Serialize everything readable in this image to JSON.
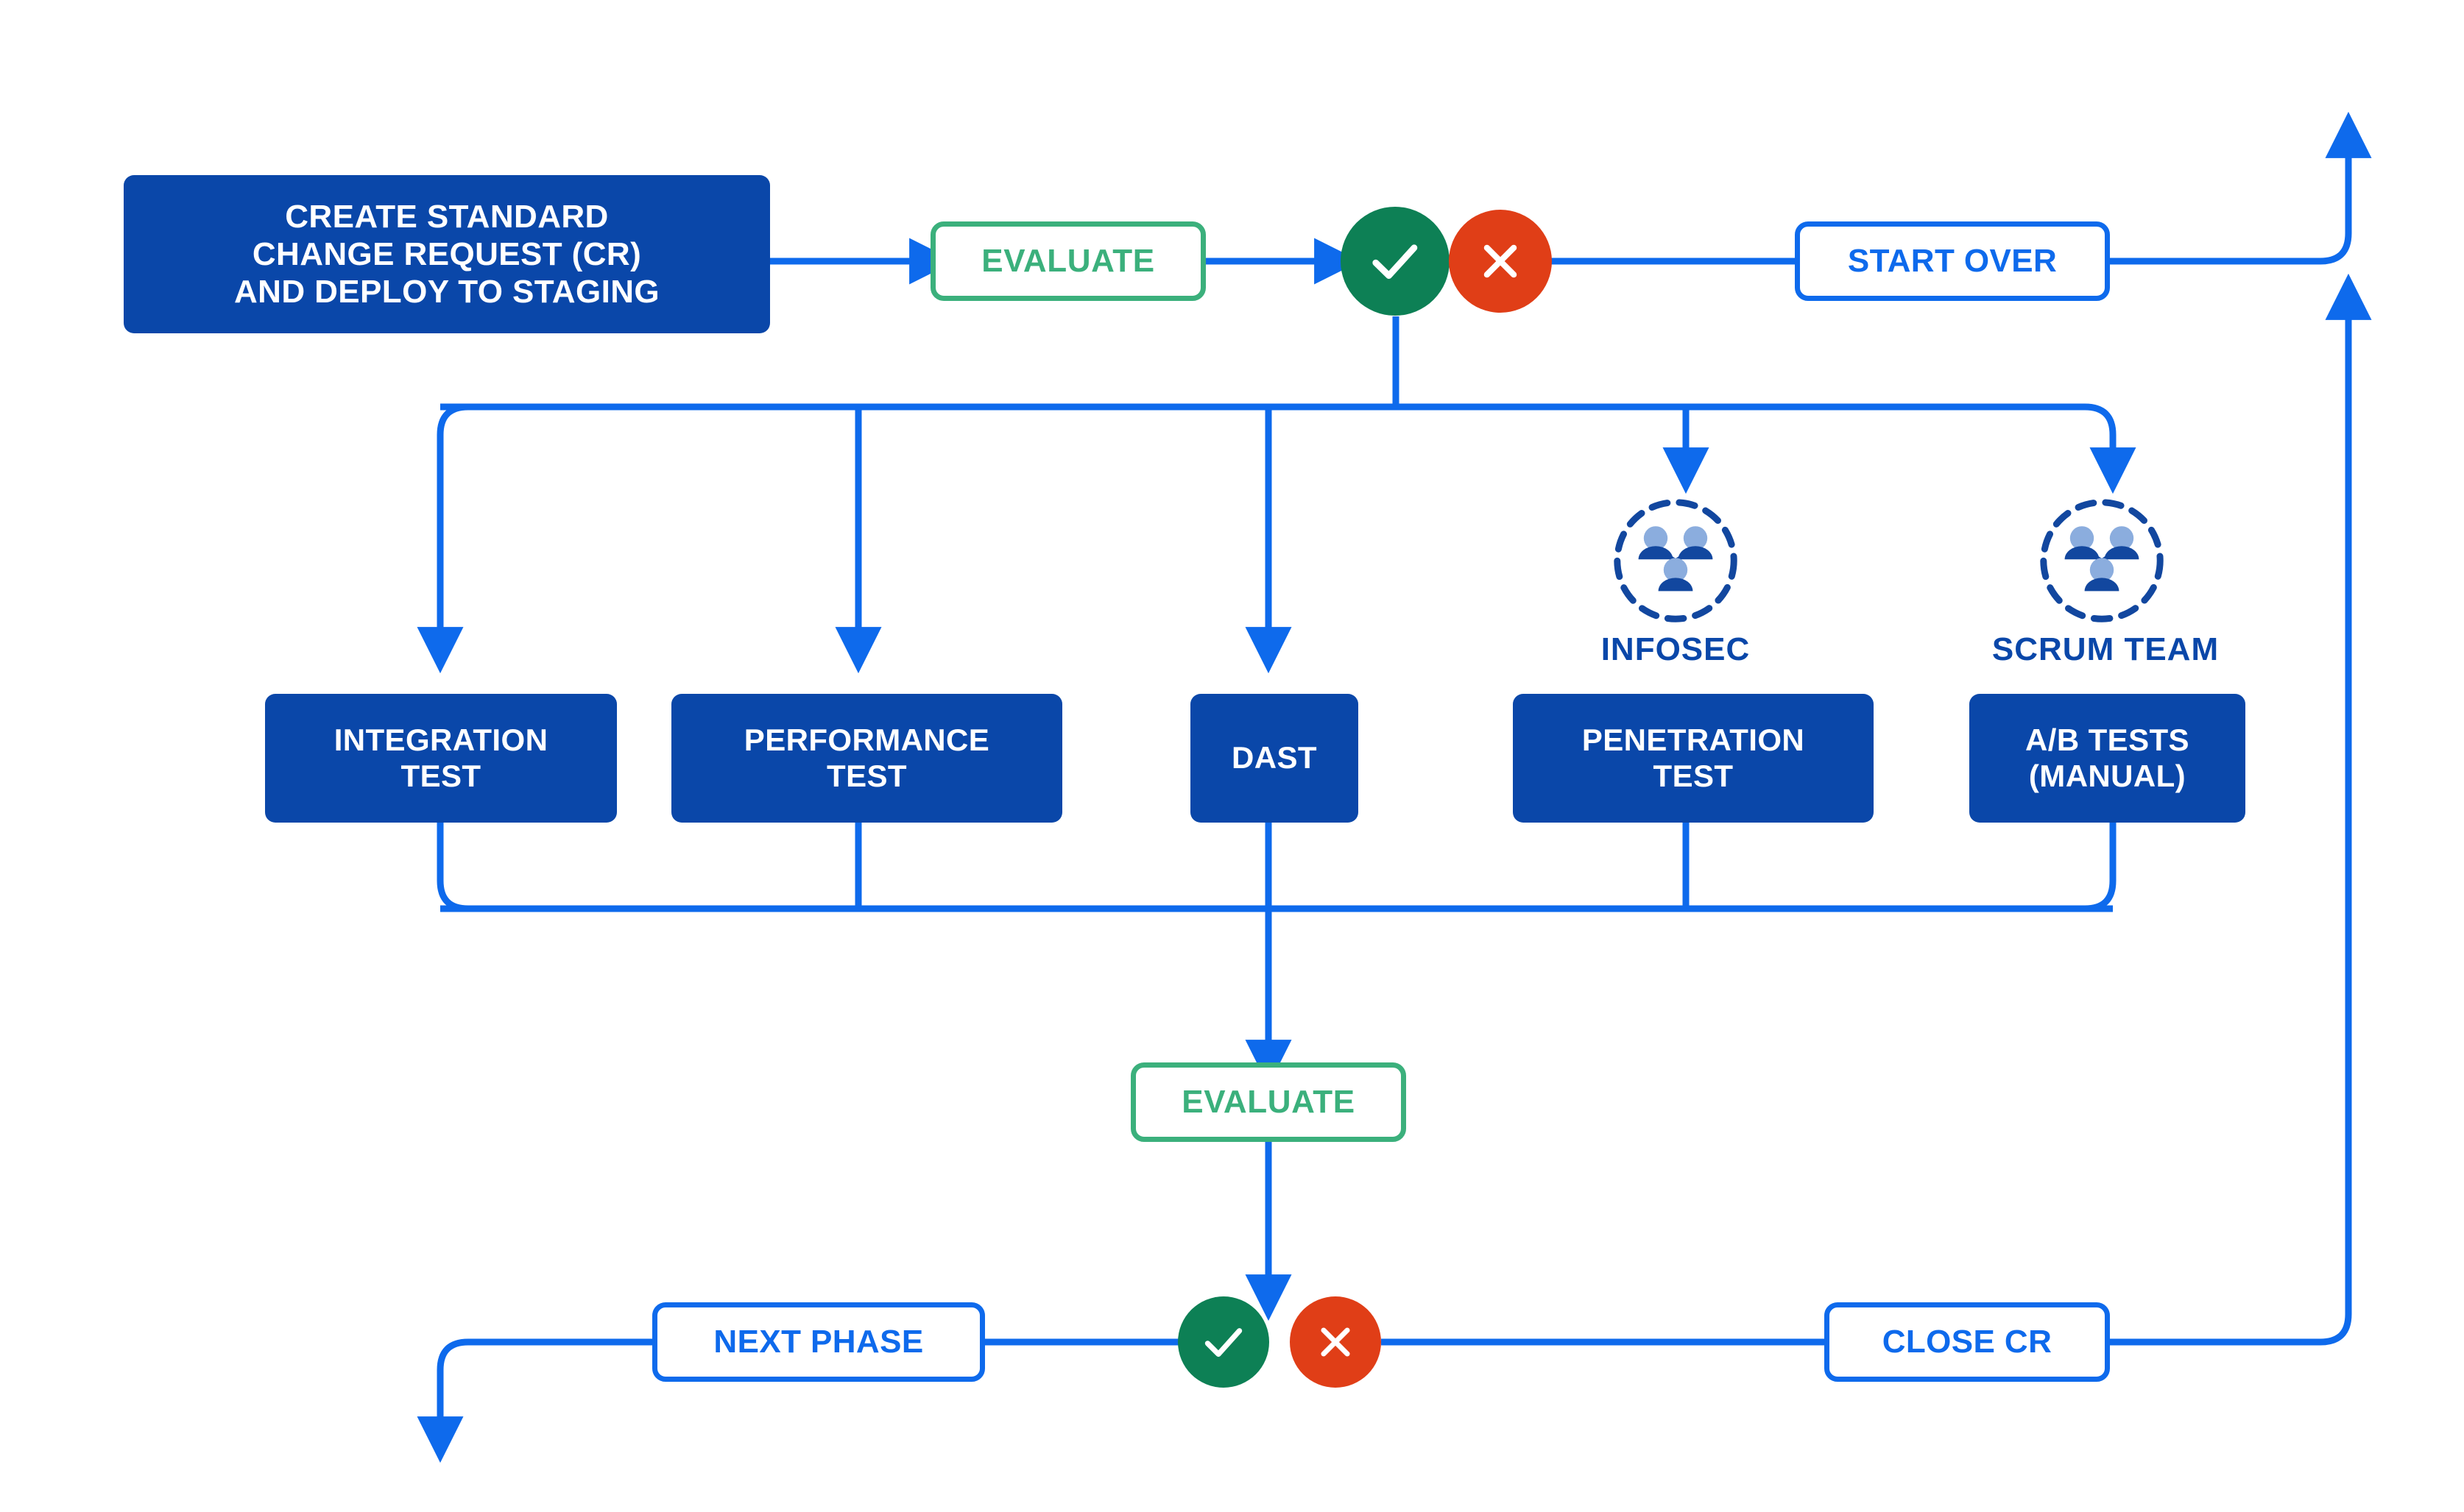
{
  "diagram": {
    "title": "Standard change request testing flow",
    "colors": {
      "process_fill": "#0a47a9",
      "line": "#0e6aec",
      "approve": "#0d8055",
      "reject": "#e03e17",
      "evaluate_border": "#3bb07c",
      "icon_head": "#8badde",
      "icon_body": "#12479f"
    }
  },
  "nodes": {
    "start": {
      "label": "CREATE STANDARD\nCHANGE REQUEST (CR)\nAND DEPLOY TO STAGING",
      "line1": "CREATE STANDARD",
      "line2": "CHANGE REQUEST (CR)",
      "line3": "AND DEPLOY TO STAGING"
    },
    "evaluate_top": {
      "label": "EVALUATE"
    },
    "start_over": {
      "label": "START OVER"
    },
    "integration_test": {
      "line1": "INTEGRATION",
      "line2": "TEST"
    },
    "performance_test": {
      "line1": "PERFORMANCE",
      "line2": "TEST"
    },
    "dast": {
      "line1": "DAST",
      "line2": ""
    },
    "penetration_test": {
      "line1": "PENETRATION",
      "line2": "TEST"
    },
    "ab_tests": {
      "line1": "A/B TESTS",
      "line2": "(MANUAL)"
    },
    "evaluate_bottom": {
      "label": "EVALUATE"
    },
    "next_phase": {
      "label": "NEXT PHASE"
    },
    "close_cr": {
      "label": "CLOSE CR"
    }
  },
  "roles": {
    "infosec": {
      "label": "INFOSEC",
      "icon": "team-icon"
    },
    "scrum_team": {
      "label": "SCRUM TEAM",
      "icon": "team-icon"
    }
  },
  "decisions": {
    "top_approve": {
      "icon": "check-icon",
      "meaning": "approved"
    },
    "top_reject": {
      "icon": "cross-icon",
      "meaning": "rejected"
    },
    "bottom_approve": {
      "icon": "check-icon",
      "meaning": "approved"
    },
    "bottom_reject": {
      "icon": "cross-icon",
      "meaning": "rejected"
    }
  }
}
